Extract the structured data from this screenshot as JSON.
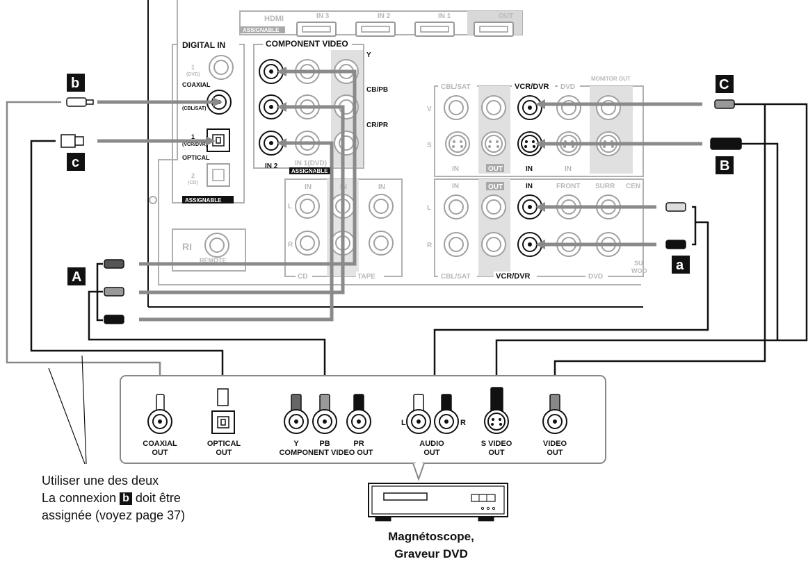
{
  "receiver": {
    "hdmi": {
      "title": "HDMI",
      "sub": "ASSIGNABLE",
      "in3": "IN 3",
      "in2": "IN 2",
      "in1": "IN 1",
      "out": "OUT"
    },
    "digital_in": {
      "title": "DIGITAL IN",
      "coax1": "1",
      "coax1_src": "(DVD)",
      "coaxial": "COAXIAL",
      "coax_cbl": "(CBL/SAT)",
      "opt1": "1",
      "opt1_src": "(VCR/DVR)",
      "optical": "OPTICAL",
      "opt2": "2",
      "opt2_src": "(CD)",
      "assignable": "ASSIGNABLE"
    },
    "component": {
      "title": "COMPONENT VIDEO",
      "y": "Y",
      "cb": "CB/PB",
      "cr": "CR/PR",
      "in2": "IN 2",
      "in1": "IN 1(DVD)",
      "assignable": "ASSIGNABLE"
    },
    "audio_left": {
      "in_a": "IN",
      "in_b": "IN",
      "in_c": "IN",
      "l": "L",
      "r": "R",
      "cd": "CD",
      "tape": "TAPE"
    },
    "remote": {
      "ri": "RI",
      "label": "REMOTE"
    },
    "video_panel": {
      "cbl_sat": "CBL/SAT",
      "vcr_dvr": "VCR/DVR",
      "dvd": "DVD",
      "monitor_out": "MONITOR OUT",
      "v": "V",
      "s": "S",
      "in1": "IN",
      "out": "OUT",
      "in2": "IN",
      "in3": "IN"
    },
    "audio_panel": {
      "in1": "IN",
      "out": "OUT",
      "in2": "IN",
      "front": "FRONT",
      "surr": "SURR",
      "cen": "CEN",
      "l": "L",
      "r": "R",
      "sub": "SU",
      "woof": "WOO",
      "cbl_sat": "CBL/SAT",
      "vcr_dvr": "VCR/DVR",
      "dvd": "DVD"
    }
  },
  "markers": {
    "a": "a",
    "b": "b",
    "c": "c",
    "A": "A",
    "B": "B",
    "C": "C"
  },
  "device_panel": {
    "coaxial_out": [
      "COAXIAL",
      "OUT"
    ],
    "optical_out": [
      "OPTICAL",
      "OUT"
    ],
    "y": "Y",
    "pb": "PB",
    "pr": "PR",
    "component_out": "COMPONENT VIDEO OUT",
    "audio_out": [
      "AUDIO",
      "OUT"
    ],
    "l": "L",
    "r": "R",
    "svideo_out": [
      "S VIDEO",
      "OUT"
    ],
    "video_out": [
      "VIDEO",
      "OUT"
    ]
  },
  "note": {
    "line1": "Utiliser une des deux",
    "line2_pre": "La connexion ",
    "line2_badge": "b",
    "line2_post": " doit être",
    "line3": "assignée (voyez page 37)"
  },
  "device": {
    "line1": "Magnétoscope,",
    "line2": "Graveur DVD"
  }
}
